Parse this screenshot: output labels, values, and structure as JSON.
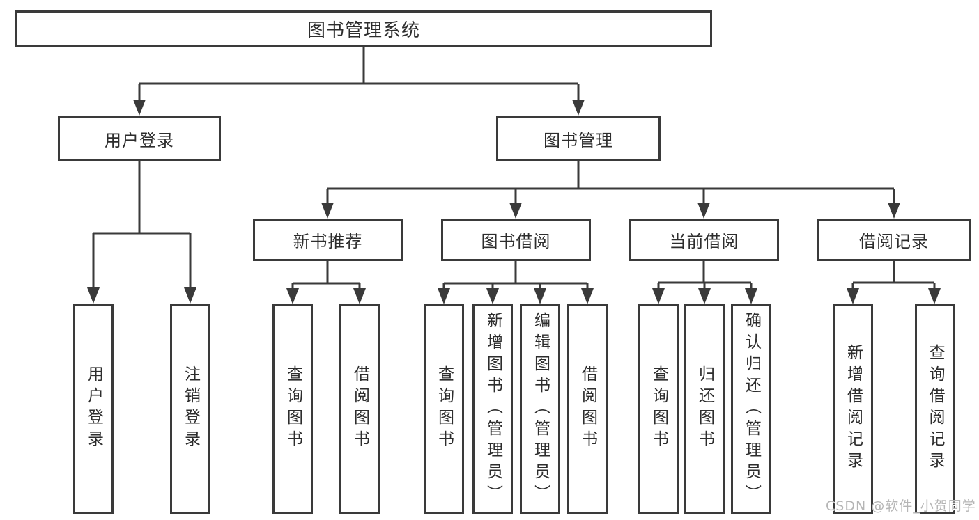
{
  "diagram": {
    "type": "hierarchy-tree",
    "nodes": {
      "root": {
        "label": "图书管理系统"
      },
      "user_login": {
        "label": "用户登录"
      },
      "book_mgmt": {
        "label": "图书管理"
      },
      "new_books": {
        "label": "新书推荐"
      },
      "book_borrow": {
        "label": "图书借阅"
      },
      "current_borrow": {
        "label": "当前借阅"
      },
      "borrow_records": {
        "label": "借阅记录"
      },
      "leaf_user_login": {
        "label": "用户登录"
      },
      "leaf_logout": {
        "label": "注销登录"
      },
      "leaf_nb_query": {
        "label": "查询图书"
      },
      "leaf_nb_borrow": {
        "label": "借阅图书"
      },
      "leaf_bb_query": {
        "label": "查询图书"
      },
      "leaf_bb_add": {
        "label": "新增图书（管理员）"
      },
      "leaf_bb_edit": {
        "label": "编辑图书（管理员）"
      },
      "leaf_bb_borrow": {
        "label": "借阅图书"
      },
      "leaf_cb_query": {
        "label": "查询图书"
      },
      "leaf_cb_return": {
        "label": "归还图书"
      },
      "leaf_cb_confirm": {
        "label": "确认归还（管理员）"
      },
      "leaf_br_add": {
        "label": "新增借阅记录"
      },
      "leaf_br_query": {
        "label": "查询借阅记录"
      }
    },
    "edges": [
      [
        "root",
        "user_login"
      ],
      [
        "root",
        "book_mgmt"
      ],
      [
        "user_login",
        "leaf_user_login"
      ],
      [
        "user_login",
        "leaf_logout"
      ],
      [
        "book_mgmt",
        "new_books"
      ],
      [
        "book_mgmt",
        "book_borrow"
      ],
      [
        "book_mgmt",
        "current_borrow"
      ],
      [
        "book_mgmt",
        "borrow_records"
      ],
      [
        "new_books",
        "leaf_nb_query"
      ],
      [
        "new_books",
        "leaf_nb_borrow"
      ],
      [
        "book_borrow",
        "leaf_bb_query"
      ],
      [
        "book_borrow",
        "leaf_bb_add"
      ],
      [
        "book_borrow",
        "leaf_bb_edit"
      ],
      [
        "book_borrow",
        "leaf_bb_borrow"
      ],
      [
        "current_borrow",
        "leaf_cb_query"
      ],
      [
        "current_borrow",
        "leaf_cb_return"
      ],
      [
        "current_borrow",
        "leaf_cb_confirm"
      ],
      [
        "borrow_records",
        "leaf_br_add"
      ],
      [
        "borrow_records",
        "leaf_br_query"
      ]
    ]
  },
  "watermark": {
    "text": "CSDN @软件_小贺同学"
  },
  "colors": {
    "line": "#3a3a3a",
    "border": "#3a3a3a",
    "text": "#2d2d2d",
    "watermark": "#b5b5b5",
    "background": "#ffffff"
  }
}
